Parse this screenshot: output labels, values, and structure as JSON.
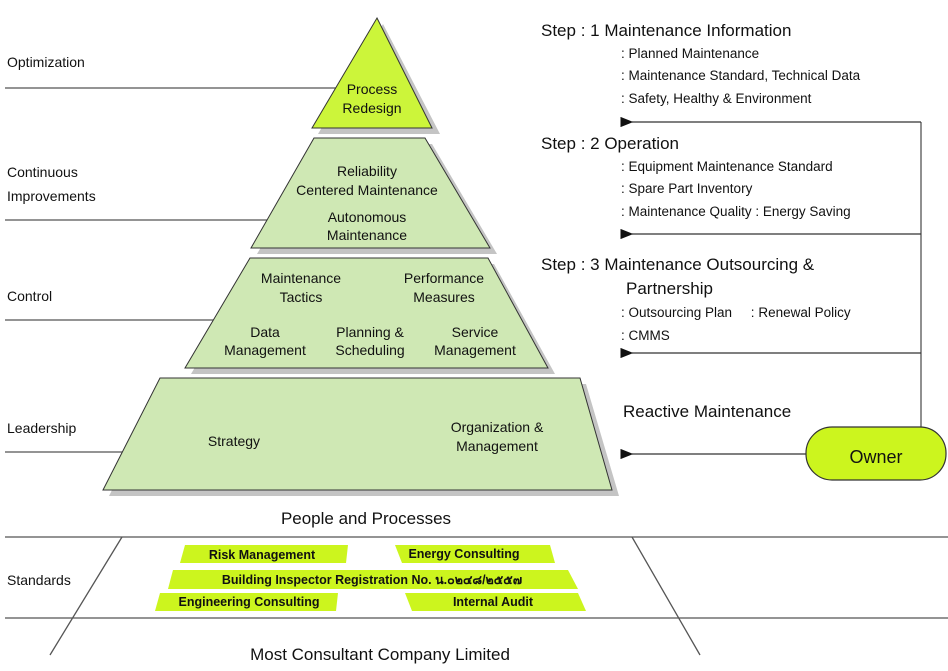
{
  "colors": {
    "top": "#ccf53a",
    "tier": "#cfe8b4",
    "owner": "#ccf51e",
    "standard_bar": "#ccf51e"
  },
  "levels": [
    "Optimization",
    "Continuous",
    "Improvements",
    "Control",
    "Leadership",
    "Standards"
  ],
  "pyramid": {
    "top": [
      "Process",
      "Redesign"
    ],
    "tier2": [
      "Reliability",
      "Centered Maintenance",
      "Autonomous",
      "Maintenance"
    ],
    "tier3": [
      "Maintenance",
      "Tactics",
      "Performance",
      "Measures",
      "Data",
      "Management",
      "Planning &",
      "Scheduling",
      "Service",
      "Management"
    ],
    "tier4": [
      "Strategy",
      "Organization &",
      "Management"
    ],
    "base_label": "People and Processes"
  },
  "standards": {
    "items": [
      "Risk Management",
      "Energy Consulting",
      "Building Inspector Registration No. น.๐๒๔๘/๒๕๕๗",
      "Engineering Consulting",
      "Internal Audit"
    ],
    "company": "Most Consultant Company Limited"
  },
  "steps": [
    {
      "title": "Step : 1 Maintenance Information",
      "items": [
        ": Planned Maintenance",
        ": Maintenance Standard, Technical Data",
        ": Safety, Healthy & Environment"
      ]
    },
    {
      "title": "Step : 2 Operation",
      "items": [
        ": Equipment Maintenance Standard",
        ": Spare Part Inventory",
        ": Maintenance Quality : Energy Saving"
      ]
    },
    {
      "title": "Step : 3 Maintenance Outsourcing &",
      "title2": "Partnership",
      "items": [
        ": Outsourcing Plan     : Renewal Policy",
        ": CMMS"
      ]
    }
  ],
  "reactive": "Reactive Maintenance",
  "owner": "Owner"
}
